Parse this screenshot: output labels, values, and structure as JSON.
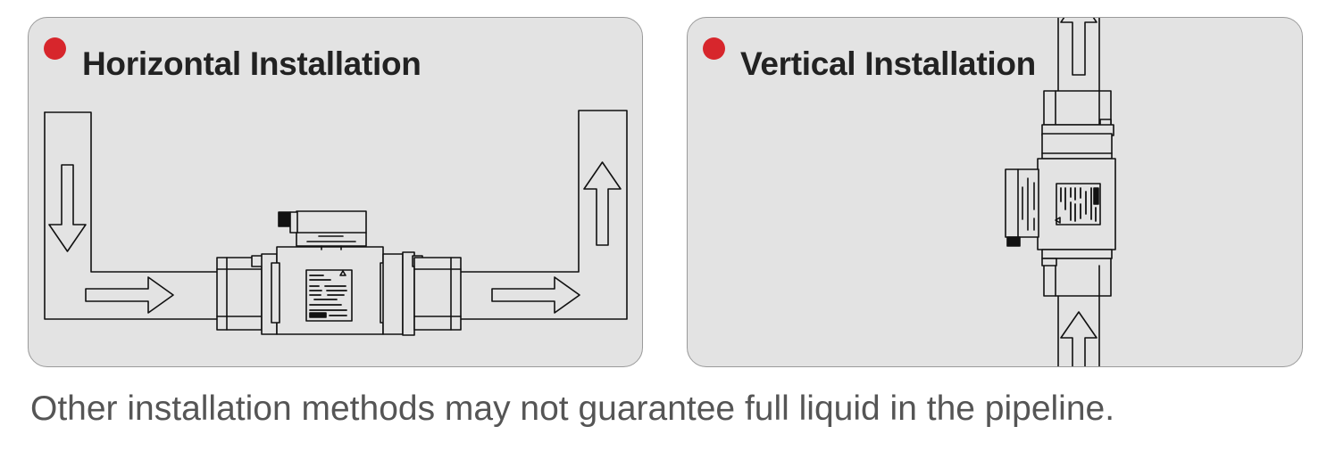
{
  "panels": {
    "horizontal": {
      "title": "Horizontal Installation",
      "bullet_color": "#d7262c"
    },
    "vertical": {
      "title": "Vertical Installation",
      "bullet_color": "#d7262c"
    }
  },
  "footnote": "Other installation methods may not guarantee full liquid in the pipeline.",
  "colors": {
    "panel_background": "#e3e3e3",
    "line": "#111111",
    "title_text": "#222222",
    "footnote_text": "#555555"
  }
}
